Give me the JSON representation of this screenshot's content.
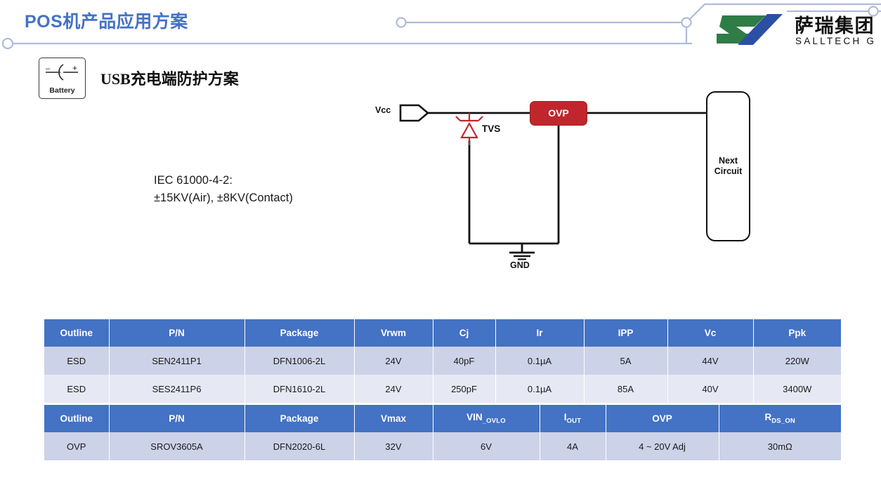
{
  "header": {
    "title": "POS机产品应用方案",
    "title_color": "#4472C4",
    "logo": {
      "cn_name": "萨瑞集团",
      "en_name": "SALLTECH GROUP",
      "mark_green": "#2E7D46",
      "mark_blue": "#2B4FA2"
    },
    "decor_line_color": "#AEBCD9"
  },
  "badge": {
    "icon": "battery-icon",
    "label": "Battery",
    "minus": "–",
    "plus": "+"
  },
  "section": {
    "title": "USB充电端防护方案"
  },
  "note": {
    "line1": "IEC 61000-4-2:",
    "line2": "±15KV(Air), ±8KV(Contact)"
  },
  "circuit": {
    "vcc_label": "Vcc",
    "tvs_label": "TVS",
    "gnd_label": "GND",
    "ovp_label": "OVP",
    "ovp_color": "#C0272D",
    "tvs_color": "#C0272D",
    "next_line1": "Next",
    "next_line2": "Circuit"
  },
  "table_esd": {
    "headers": [
      "Outline",
      "P/N",
      "Package",
      "Vrwm",
      "Cj",
      "Ir",
      "IPP",
      "Vc",
      "Ppk"
    ],
    "rows": [
      [
        "ESD",
        "SEN2411P1",
        "DFN1006-2L",
        "24V",
        "40pF",
        "0.1µA",
        "5A",
        "44V",
        "220W"
      ],
      [
        "ESD",
        "SES2411P6",
        "DFN1610-2L",
        "24V",
        "250pF",
        "0.1µA",
        "85A",
        "40V",
        "3400W"
      ]
    ]
  },
  "table_ovp": {
    "headers": [
      {
        "main": "Outline",
        "sub": ""
      },
      {
        "main": "P/N",
        "sub": ""
      },
      {
        "main": "Package",
        "sub": ""
      },
      {
        "main": "Vmax",
        "sub": ""
      },
      {
        "main": "VIN",
        "sub": "_OVLO"
      },
      {
        "main": "I",
        "sub": "OUT"
      },
      {
        "main": "OVP",
        "sub": ""
      },
      {
        "main": "R",
        "sub": "DS_ON"
      }
    ],
    "rows": [
      [
        "OVP",
        "SROV3605A",
        "DFN2020-6L",
        "32V",
        "6V",
        "4A",
        "4 ~ 20V Adj",
        "30mΩ"
      ]
    ]
  },
  "colors": {
    "header_blue": "#4472C4",
    "row_dark": "#CCD2E8",
    "row_light": "#E6E9F4"
  }
}
